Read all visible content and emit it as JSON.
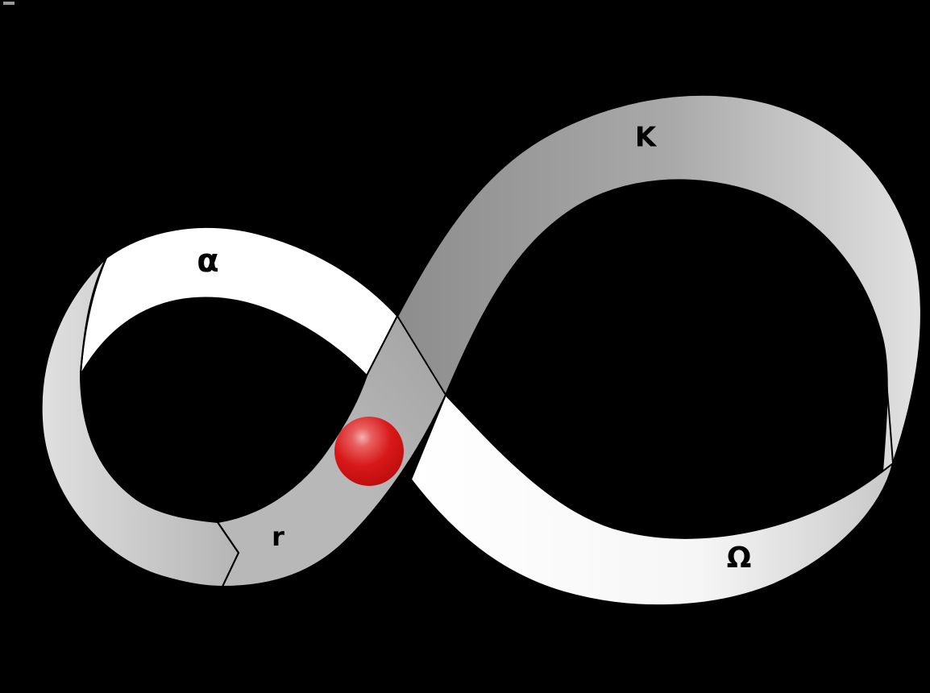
{
  "diagram": {
    "labels": {
      "alpha": "α",
      "kappa": "K",
      "r": "r",
      "omega": "Ω"
    },
    "colors": {
      "background": "#000000",
      "band_grey_light": "#dcdcdc",
      "band_grey_dark": "#8f8f8f",
      "band_white": "#ffffff",
      "outline": "#000000",
      "ball": "#e01a1a"
    }
  }
}
